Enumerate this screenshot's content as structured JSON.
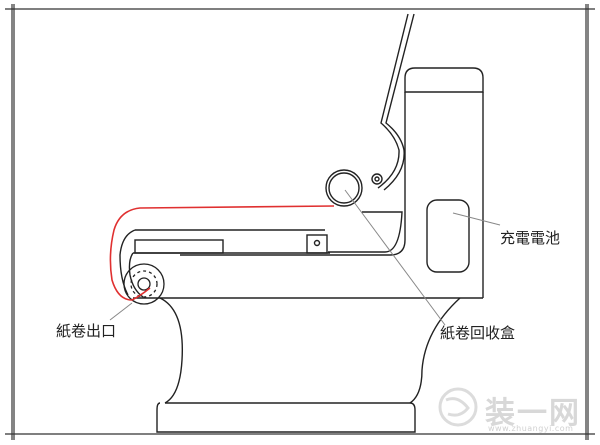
{
  "diagram": {
    "type": "mechanical-illustration",
    "subject": "toilet with automatic seat-cover paper roll system (side view)",
    "colors": {
      "line": "#222222",
      "paper_path": "#e03030",
      "leader_line": "#888888",
      "frame": "#333333",
      "watermark": "#d8d8d8"
    },
    "labels": {
      "battery": "充電電池",
      "paper_outlet": "紙卷出口",
      "paper_recycle_box": "紙卷回收盒"
    },
    "watermark": {
      "brand": "装一网",
      "url": "www.zhuangyi.com"
    }
  }
}
